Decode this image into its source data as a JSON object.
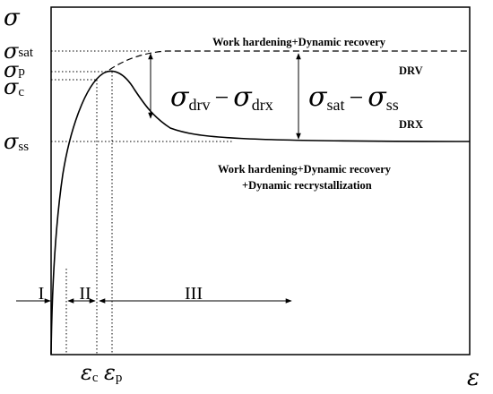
{
  "axes": {
    "y_symbol": "σ",
    "x_symbol": "ε"
  },
  "y_ticks": [
    {
      "symbol": "σ",
      "sub": "sat"
    },
    {
      "symbol": "σ",
      "sub": "p"
    },
    {
      "symbol": "σ",
      "sub": "c"
    },
    {
      "symbol": "σ",
      "sub": "ss"
    }
  ],
  "x_ticks": [
    {
      "symbol": "ε",
      "sub": "c"
    },
    {
      "symbol": "ε",
      "sub": "p"
    }
  ],
  "annotations": {
    "top_label": "Work hardening+Dynamic recovery",
    "drv_label": "DRV",
    "drx_label": "DRX",
    "drv_minus_drx": {
      "a_sym": "σ",
      "a_sub": "drv",
      "op": "−",
      "b_sym": "σ",
      "b_sub": "drx"
    },
    "sat_minus_ss": {
      "a_sym": "σ",
      "a_sub": "sat",
      "op": "−",
      "b_sym": "σ",
      "b_sub": "ss"
    },
    "bottom_label_line1": "Work hardening+Dynamic recovery",
    "bottom_label_line2": "+Dynamic recrystallization"
  },
  "stages": [
    "I",
    "II",
    "III"
  ]
}
